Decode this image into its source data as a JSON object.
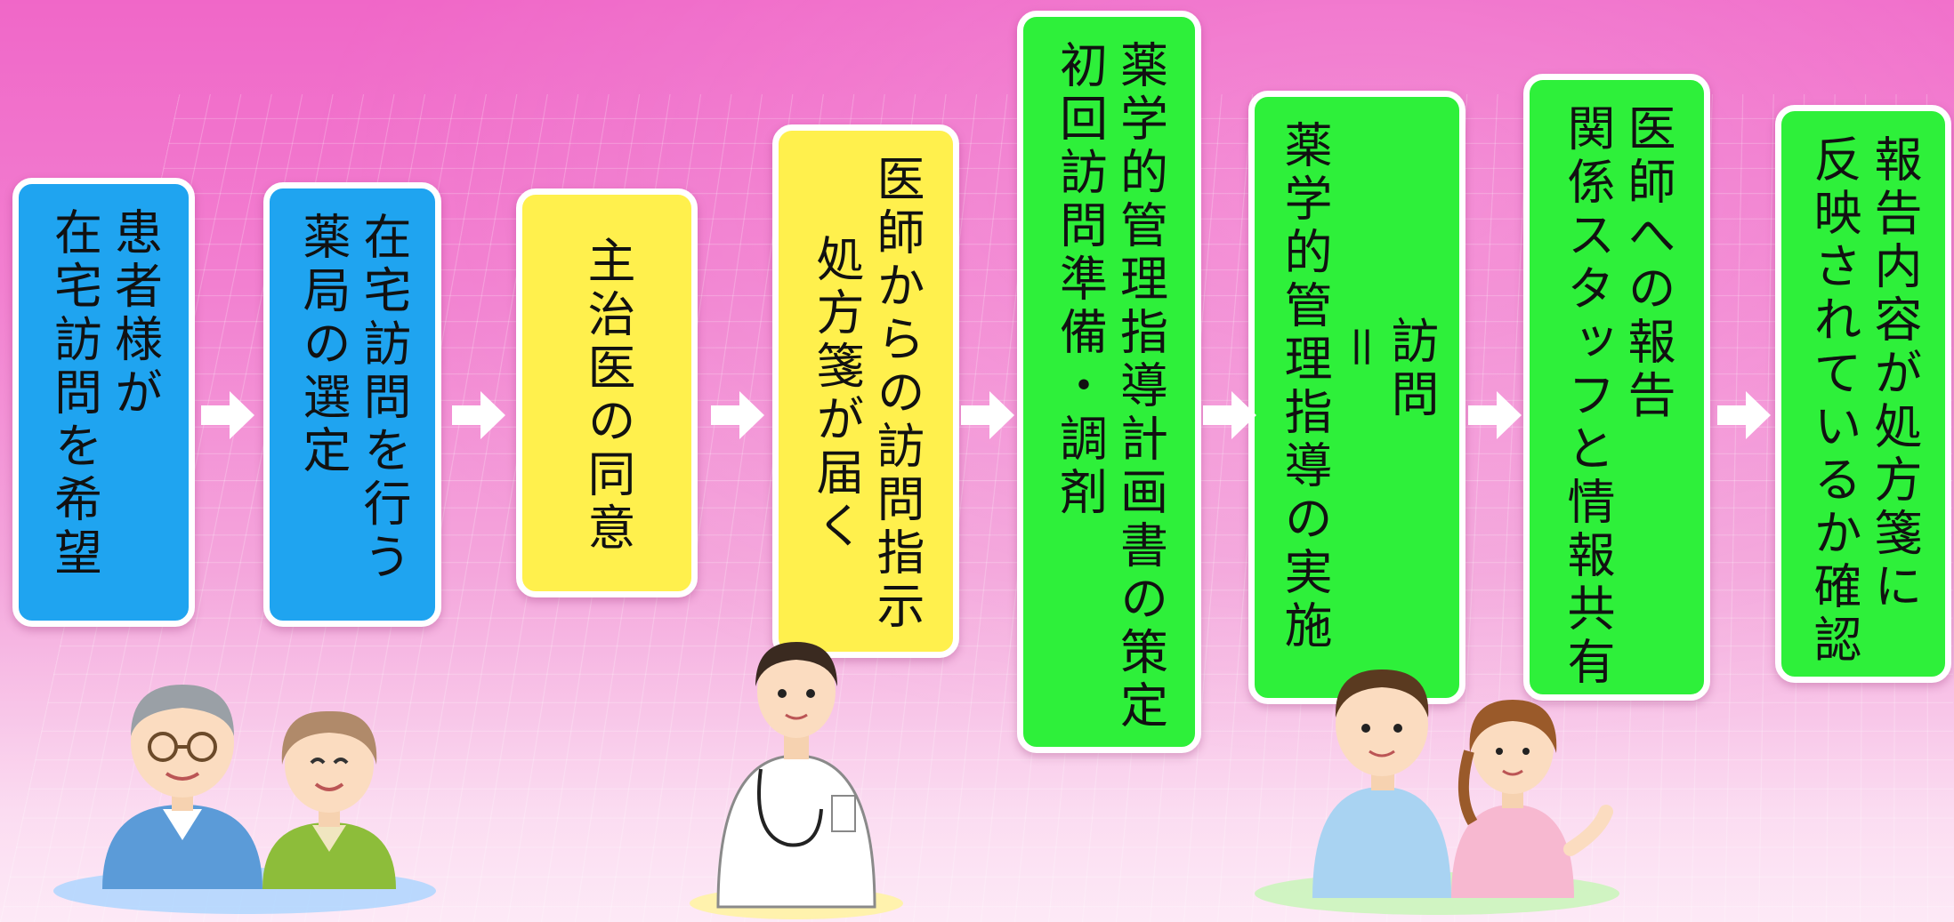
{
  "steps": [
    {
      "id": "request",
      "color": "blue",
      "lines": [
        "患者様が",
        "在宅訪問を希望"
      ]
    },
    {
      "id": "select",
      "color": "blue",
      "lines": [
        "在宅訪問を行う",
        "薬局の選定"
      ]
    },
    {
      "id": "consent",
      "color": "yellow",
      "lines": [
        "主治医の同意"
      ]
    },
    {
      "id": "instruction",
      "color": "yellow",
      "lines": [
        "医師からの訪問指示",
        "処方箋が届く"
      ]
    },
    {
      "id": "plan",
      "color": "green",
      "lines": [
        "薬学的管理指導計画書の策定",
        "初回訪問準備・調剤"
      ]
    },
    {
      "id": "visit",
      "color": "green",
      "lines": [
        "訪問",
        "＝",
        "薬学的管理指導の実施"
      ]
    },
    {
      "id": "report",
      "color": "green",
      "lines": [
        "医師への報告",
        "関係スタッフと情報共有"
      ]
    },
    {
      "id": "confirm",
      "color": "green",
      "lines": [
        "報告内容が処方箋に",
        "反映されているか確認"
      ]
    }
  ],
  "colors": {
    "blue": "#1fa4f0",
    "yellow": "#fff04d",
    "green": "#2ef03a",
    "arrow": "#ffffff"
  },
  "illustrations": [
    "elderly-couple-illustration",
    "doctor-illustration",
    "nurse-staff-illustration"
  ]
}
